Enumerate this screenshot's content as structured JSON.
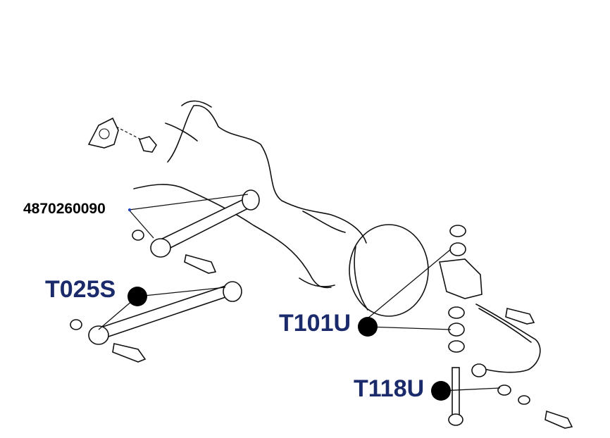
{
  "diagram": {
    "callouts": [
      {
        "id": "c1",
        "text": "4870260090"
      },
      {
        "id": "c2",
        "text": "T025S"
      },
      {
        "id": "c3",
        "text": "T101U"
      },
      {
        "id": "c4",
        "text": "T118U"
      }
    ]
  },
  "colors": {
    "callout_primary": "#1b2a6b",
    "callout_secondary": "#000000",
    "linework": "#111111"
  }
}
